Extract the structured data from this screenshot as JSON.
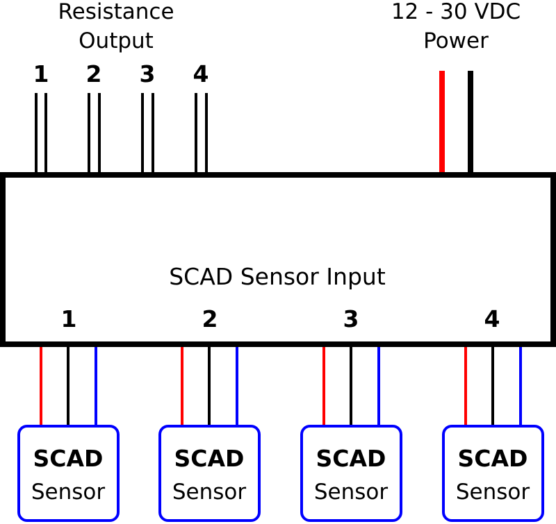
{
  "resistance_output": {
    "line1": "Resistance",
    "line2": "Output",
    "channels": [
      "1",
      "2",
      "3",
      "4"
    ]
  },
  "power": {
    "line1": "12 - 30 VDC",
    "line2": "Power"
  },
  "module": {
    "input_label": "SCAD Sensor Input",
    "inputs": [
      "1",
      "2",
      "3",
      "4"
    ]
  },
  "sensors": [
    {
      "title": "SCAD",
      "subtitle": "Sensor"
    },
    {
      "title": "SCAD",
      "subtitle": "Sensor"
    },
    {
      "title": "SCAD",
      "subtitle": "Sensor"
    },
    {
      "title": "SCAD",
      "subtitle": "Sensor"
    }
  ],
  "colors": {
    "red_wire": "#ff0000",
    "black_wire": "#000000",
    "blue_wire": "#0000ff",
    "sensor_border": "#0000ff"
  }
}
